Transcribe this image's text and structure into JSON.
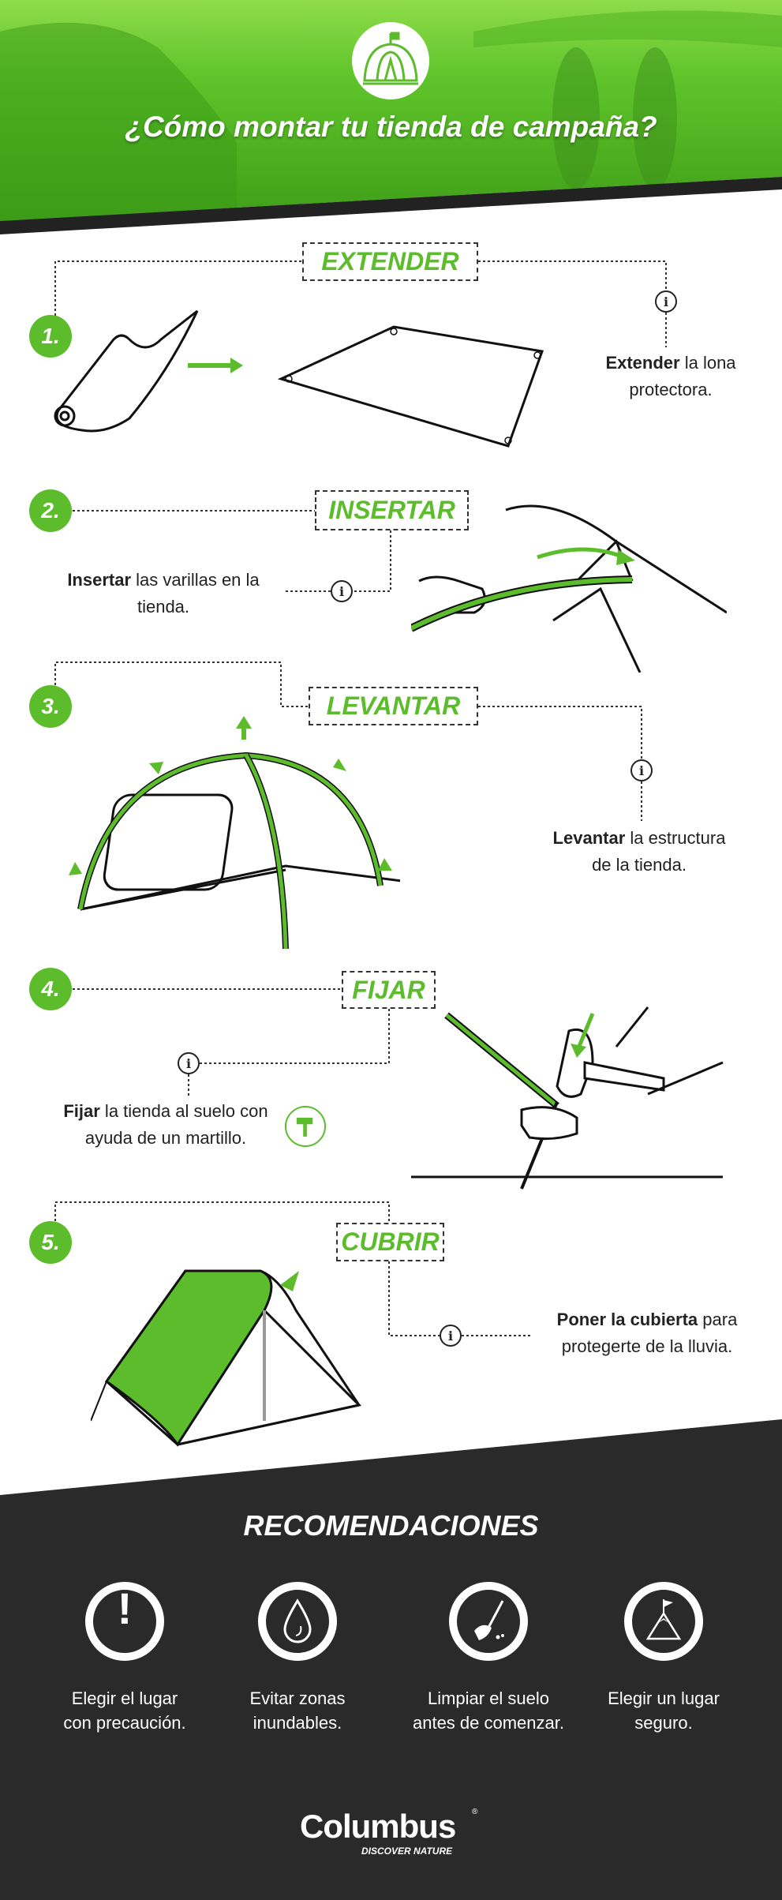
{
  "header": {
    "title": "¿Cómo montar tu tienda de campaña?",
    "icon": "tent-icon"
  },
  "colors": {
    "accent": "#5cbc2c",
    "dark": "#2a2a2a"
  },
  "steps": [
    {
      "number": "1.",
      "title": "EXTENDER",
      "desc_bold": "Extender",
      "desc_rest": " la lona",
      "desc_line2": "protectora."
    },
    {
      "number": "2.",
      "title": "INSERTAR",
      "desc_bold": "Insertar",
      "desc_rest": " las varillas en la",
      "desc_line2": "tienda."
    },
    {
      "number": "3.",
      "title": "LEVANTAR",
      "desc_bold": "Levantar",
      "desc_rest": " la estructura",
      "desc_line2": "de la tienda."
    },
    {
      "number": "4.",
      "title": "FIJAR",
      "desc_bold": "Fijar",
      "desc_rest": " la tienda al suelo con",
      "desc_line2": "ayuda de un martillo."
    },
    {
      "number": "5.",
      "title": "CUBRIR",
      "desc_bold": "Poner la cubierta",
      "desc_rest": " para",
      "desc_line2": "protegerte de la lluvia."
    }
  ],
  "info_glyph": "i",
  "recommendations": {
    "title": "RECOMENDACIONES",
    "items": [
      {
        "icon": "exclamation-icon",
        "line1": "Elegir el lugar",
        "line2": "con precaución."
      },
      {
        "icon": "water-drop-icon",
        "line1": "Evitar zonas",
        "line2": "inundables."
      },
      {
        "icon": "broom-icon",
        "line1": "Limpiar el suelo",
        "line2": "antes de comenzar."
      },
      {
        "icon": "mountain-flag-icon",
        "line1": "Elegir un lugar",
        "line2": "seguro."
      }
    ]
  },
  "footer": {
    "brand": "Columbus",
    "tagline": "DISCOVER NATURE",
    "registered": "®"
  }
}
